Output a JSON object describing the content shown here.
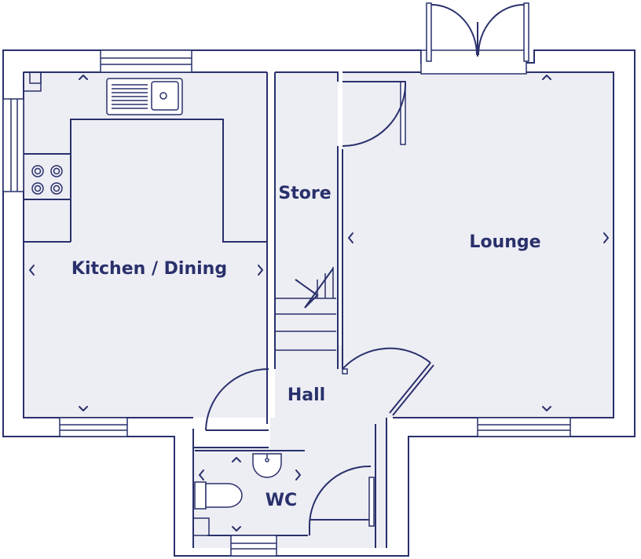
{
  "floorplan": {
    "rooms": {
      "kitchen": {
        "label": "Kitchen / Dining"
      },
      "store": {
        "label": "Store"
      },
      "lounge": {
        "label": "Lounge"
      },
      "hall": {
        "label": "Hall"
      },
      "wc": {
        "label": "WC"
      }
    }
  },
  "colors": {
    "line": "#29306b",
    "floor": "#ededf4",
    "background": "#ffffff"
  }
}
